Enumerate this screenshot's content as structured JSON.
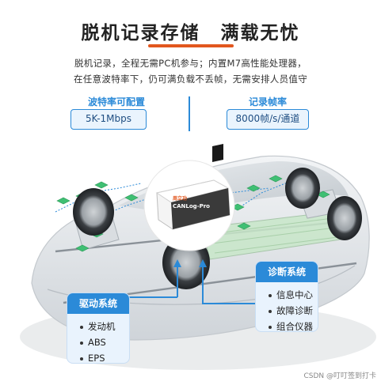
{
  "headline": {
    "left": "脱机记录存储",
    "right": "满载无忧"
  },
  "description": {
    "line1": "脱机记录，全程无需PC机参与；内置M7高性能处理器，",
    "line2": "在任意波特率下，仍可满负载不丢帧，无需安排人员值守"
  },
  "specs": {
    "baud": {
      "label": "波特率可配置",
      "value": "5K-1Mbps"
    },
    "rate": {
      "label": "记录帧率",
      "value": "8000帧/s/通道"
    }
  },
  "device": {
    "brand": "周立功",
    "model": "CANLog-Pro"
  },
  "panels": {
    "diagnosis": {
      "title": "诊断系统",
      "items": [
        "信息中心",
        "故障诊断",
        "组合仪器"
      ]
    },
    "drive": {
      "title": "驱动系统",
      "items": [
        "发动机",
        "ABS",
        "EPS"
      ]
    }
  },
  "watermark": "CSDN @叮叮签到打卡",
  "colors": {
    "accent": "#e2571e",
    "primary": "#2b8ad8",
    "panel_bg": "#e9f3fd",
    "node_green": "#3fbf73"
  }
}
